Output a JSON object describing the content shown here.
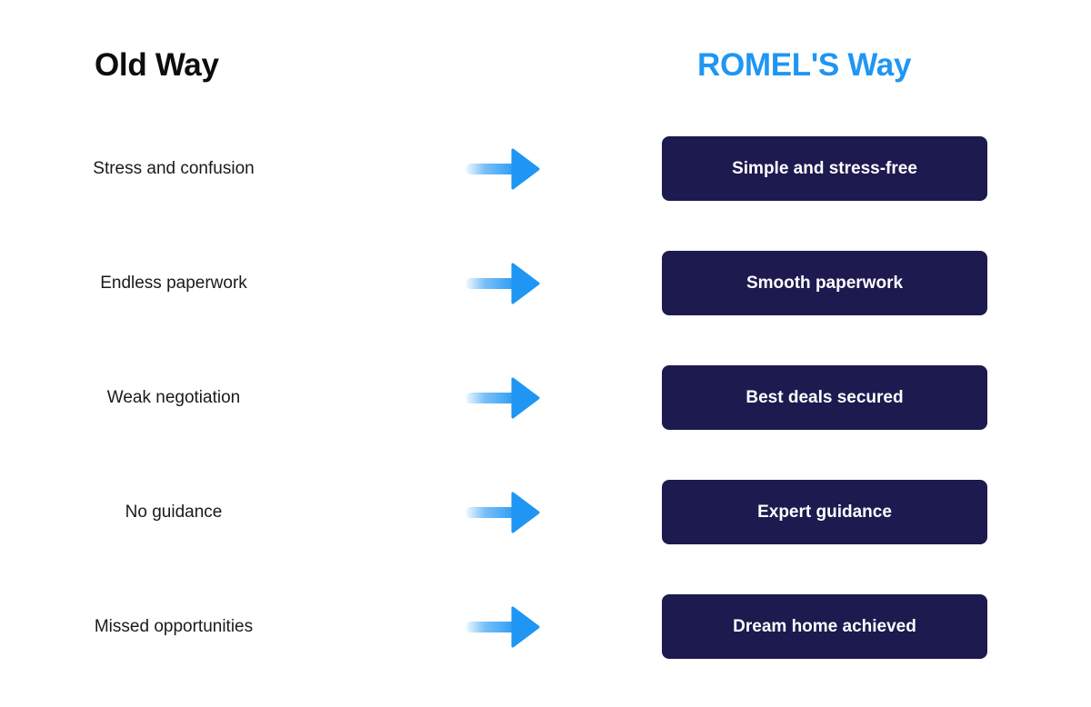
{
  "header": {
    "old_title": "Old Way",
    "new_title": "ROMEL'S Way"
  },
  "colors": {
    "accent": "#1f96f3",
    "box_background": "#1c1a4f",
    "text": "#1a1a1a"
  },
  "arrow_icon": "right-arrow-icon",
  "rows": [
    {
      "old": "Stress and confusion",
      "new": "Simple and stress-free"
    },
    {
      "old": "Endless paperwork",
      "new": "Smooth paperwork"
    },
    {
      "old": "Weak negotiation",
      "new": "Best deals secured"
    },
    {
      "old": "No guidance",
      "new": "Expert guidance"
    },
    {
      "old": "Missed opportunities",
      "new": "Dream home achieved"
    }
  ]
}
